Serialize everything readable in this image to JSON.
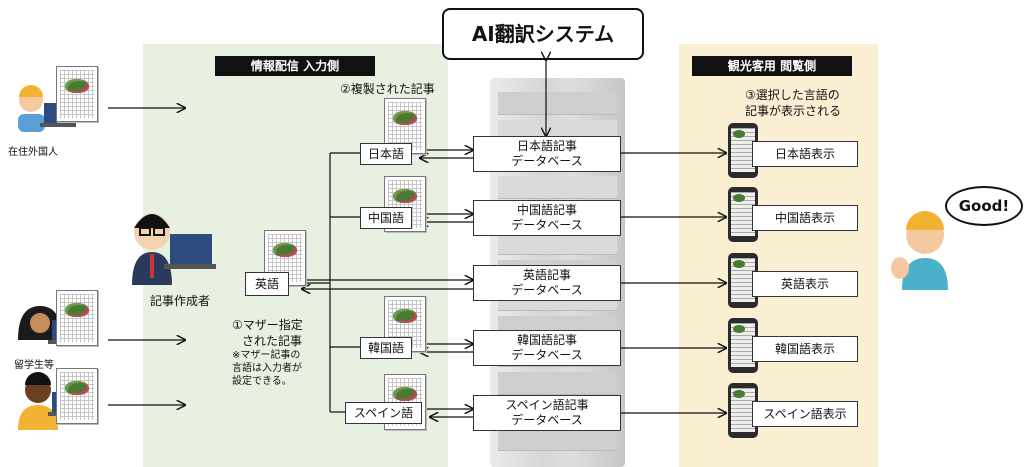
{
  "ai_system": "AI翻訳システム",
  "left_header": "情報配信 入力側",
  "right_header": "観光客用 閲覧側",
  "labels": {
    "resident": "在住外国人",
    "author": "記事作成者",
    "student": "留学生等",
    "copied": "②複製された記事",
    "mother_1": "①マザー指定",
    "mother_2": "された記事",
    "note_1": "※マザー記事の",
    "note_2": "言語は入力者が",
    "note_3": "設定できる。",
    "selected_1": "③選択した言語の",
    "selected_2": "記事が表示される",
    "good": "Good!"
  },
  "languages": [
    {
      "lang": "日本語",
      "db1": "日本語記事",
      "db2": "データベース",
      "display": "日本語表示"
    },
    {
      "lang": "中国語",
      "db1": "中国語記事",
      "db2": "データベース",
      "display": "中国語表示"
    },
    {
      "lang": "英語",
      "db1": "英語記事",
      "db2": "データベース",
      "display": "英語表示"
    },
    {
      "lang": "韓国語",
      "db1": "韓国語記事",
      "db2": "データベース",
      "display": "韓国語表示"
    },
    {
      "lang": "スペイン語",
      "db1": "スペイン語記事",
      "db2": "データベース",
      "display": "スペイン語表示"
    }
  ],
  "icons": [
    "person-helmet-icon",
    "person-glasses-icon",
    "person-hijab-icon",
    "person-dark-icon",
    "tourist-thumbsup-icon",
    "document-icon",
    "smartphone-icon",
    "server-icon"
  ]
}
